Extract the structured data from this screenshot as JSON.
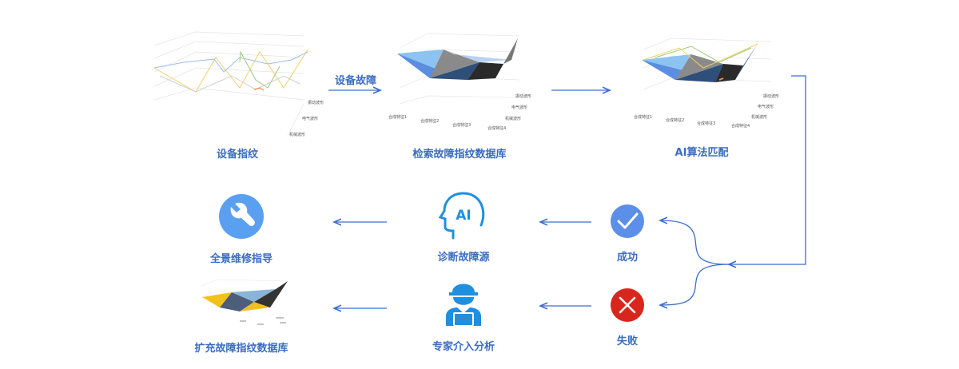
{
  "steps": {
    "fingerprint": "设备指纹",
    "fault_trigger": "设备故障",
    "search_db": "检索故障指纹数据库",
    "ai_match": "AI算法匹配",
    "success": "成功",
    "failure": "失败",
    "diagnose": "诊断故障源",
    "expert": "专家介入分析",
    "repair_guide": "全景维修指导",
    "expand_db": "扩充故障指纹数据库"
  },
  "chart_axes": {
    "x_ticks": [
      "合成特征1",
      "合成特征2",
      "合成特征3",
      "合成特征4"
    ],
    "series": [
      "振动波形",
      "电气波形",
      "机械波形"
    ]
  },
  "ai_icon_text": "AI",
  "colors": {
    "text": "#3b6cc2",
    "arrow": "#3d6ecc",
    "success": "#5b8fe8",
    "failure": "#d9261c",
    "wrench": "#5aa0f0",
    "icon": "#1f8fe0"
  }
}
